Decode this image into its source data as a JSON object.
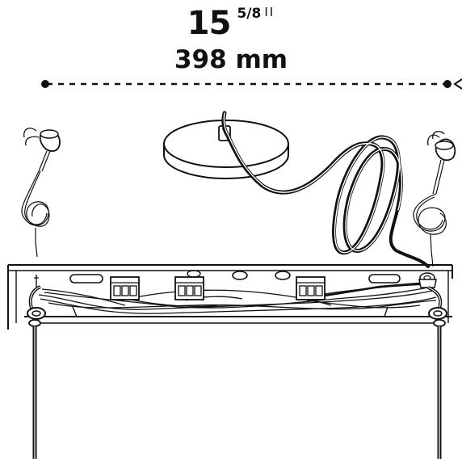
{
  "dimension": {
    "whole": "15",
    "fraction": "5/8",
    "inch_mark": "II",
    "metric": "398 mm"
  },
  "colors": {
    "ink": "#111111",
    "paper": "#ffffff",
    "canopy": "#ffffff"
  },
  "icons": {
    "arrow_left": "dimension-dot-left",
    "arrow_right": "dimension-arrow-right"
  }
}
